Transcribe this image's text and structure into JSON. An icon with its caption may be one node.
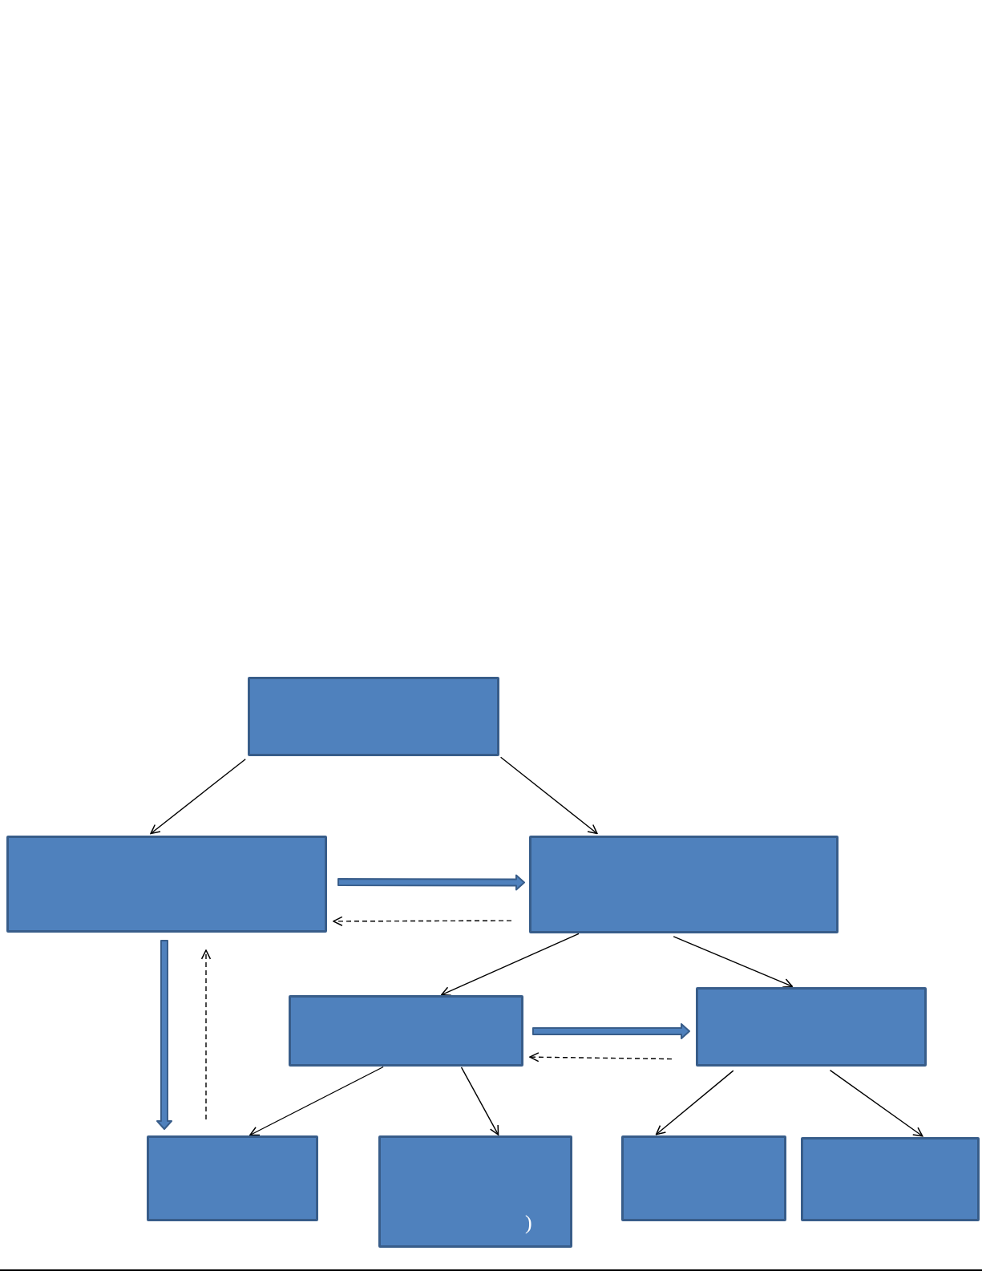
{
  "diagram": {
    "nodes": [
      {
        "text": [],
        "shape": "box"
      },
      {
        "text": [],
        "shape": "box"
      },
      {
        "text": [],
        "shape": "box"
      },
      {
        "text": [],
        "shape": "box"
      },
      {
        "text": [],
        "shape": "box"
      },
      {
        "text": [],
        "shape": "box"
      },
      {
        "text": [
          ")"
        ]
      },
      {
        "text": [],
        "shape": "box"
      },
      {
        "text": [],
        "shape": "box"
      }
    ],
    "edges": [
      {
        "from": 0,
        "to": 1,
        "arrow": "to"
      },
      {
        "from": 0,
        "to": 2,
        "arrow": "to"
      },
      {
        "from": 1,
        "to": 2,
        "arrow": "to",
        "style": "thick",
        "color": "#4f81bd"
      },
      {
        "from": 2,
        "to": 1,
        "arrow": "to",
        "style": "dashed"
      },
      {
        "from": 1,
        "to": 5,
        "arrow": "to",
        "style": "thick",
        "color": "#4f81bd"
      },
      {
        "from": 5,
        "to": 1,
        "arrow": "to",
        "style": "dashed"
      },
      {
        "from": 2,
        "to": 3,
        "arrow": "to"
      },
      {
        "from": 2,
        "to": 4,
        "arrow": "to"
      },
      {
        "from": 3,
        "to": 4,
        "arrow": "to",
        "style": "thick",
        "color": "#4f81bd"
      },
      {
        "from": 4,
        "to": 3,
        "arrow": "to",
        "style": "dashed"
      },
      {
        "from": 3,
        "to": 5,
        "arrow": "to"
      },
      {
        "from": 3,
        "to": 6,
        "arrow": "to"
      },
      {
        "from": 4,
        "to": 7,
        "arrow": "to"
      },
      {
        "from": 4,
        "to": 8,
        "arrow": "to"
      }
    ]
  }
}
